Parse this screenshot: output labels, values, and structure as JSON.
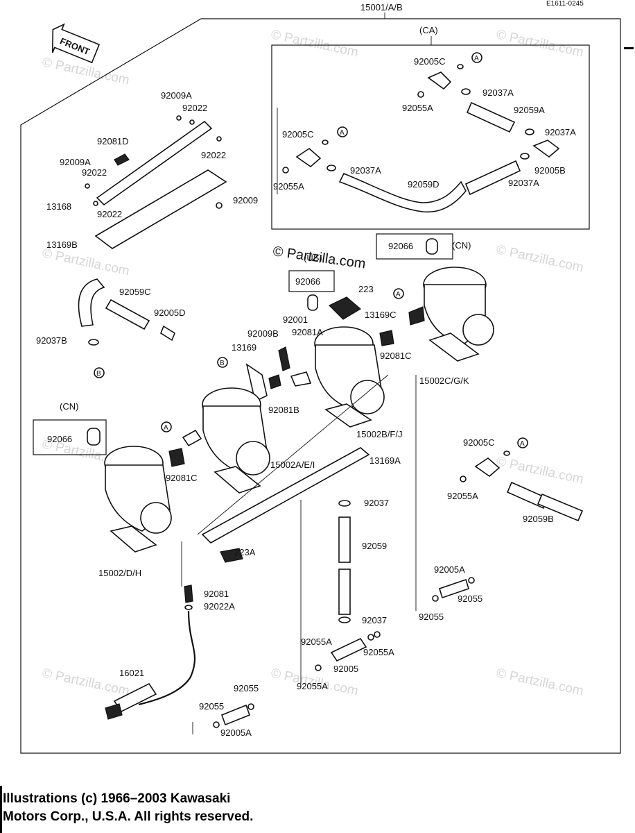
{
  "header": {
    "assembly_no": "15001/A/B",
    "drawing_code": "E1611-0245",
    "front_label": "FRONT"
  },
  "watermark": {
    "text": "© Partzilla.com",
    "center_text": "© Partzilla.com"
  },
  "callouts": {
    "ca_title": "(CA)",
    "cn_title_1": "(CN)",
    "cn_title_2": "(CN)",
    "us_title": "(US)",
    "a_marker": "A",
    "b_marker": "B"
  },
  "parts": {
    "p92005C_1": "92005C",
    "p92005C_2": "92005C",
    "p92005C_3": "92005C",
    "p92055A_1": "92055A",
    "p92055A_2": "92055A",
    "p92055A_3": "92055A",
    "p92055A_4": "92055A",
    "p92055A_5": "92055A",
    "p92055A_6": "92055A",
    "p92037A_1": "92037A",
    "p92037A_2": "92037A",
    "p92037A_3": "92037A",
    "p92037A_4": "92037A",
    "p92059A": "92059A",
    "p92059D": "92059D",
    "p92005B": "92005B",
    "p92009A_1": "92009A",
    "p92009A_2": "92009A",
    "p92022_1": "92022",
    "p92022_2": "92022",
    "p92022_3": "92022",
    "p92022_4": "92022",
    "p92081D": "92081D",
    "p13168": "13168",
    "p92009": "92009",
    "p13169B": "13169B",
    "p92066_1": "92066",
    "p92066_2": "92066",
    "p92066_3": "92066",
    "p223": "223",
    "p13169C": "13169C",
    "p92059C": "92059C",
    "p92005D": "92005D",
    "p92037B": "92037B",
    "p92001": "92001",
    "p92009B": "92009B",
    "p92081A": "92081A",
    "p13169": "13169",
    "p92081B": "92081B",
    "p92081C_1": "92081C",
    "p92081C_2": "92081C",
    "p15002CGK": "15002C/G/K",
    "p15002BFJ": "15002B/F/J",
    "p15002AEI": "15002A/E/I",
    "p13169A": "13169A",
    "p15002DH": "15002/D/H",
    "p223A": "223A",
    "p92037_1": "92037",
    "p92037_2": "92037",
    "p92059": "92059",
    "p92059B": "92059B",
    "p92005A_1": "92005A",
    "p92005A_2": "92005A",
    "p92055_1": "92055",
    "p92055_2": "92055",
    "p92055_3": "92055",
    "p92055_4": "92055",
    "p92081": "92081",
    "p92022A": "92022A",
    "p92005": "92005",
    "p16021": "16021"
  },
  "footer": {
    "line1": "Illustrations (c) 1966–2003 Kawasaki",
    "line2": "Motors Corp., U.S.A.  All rights reserved."
  }
}
